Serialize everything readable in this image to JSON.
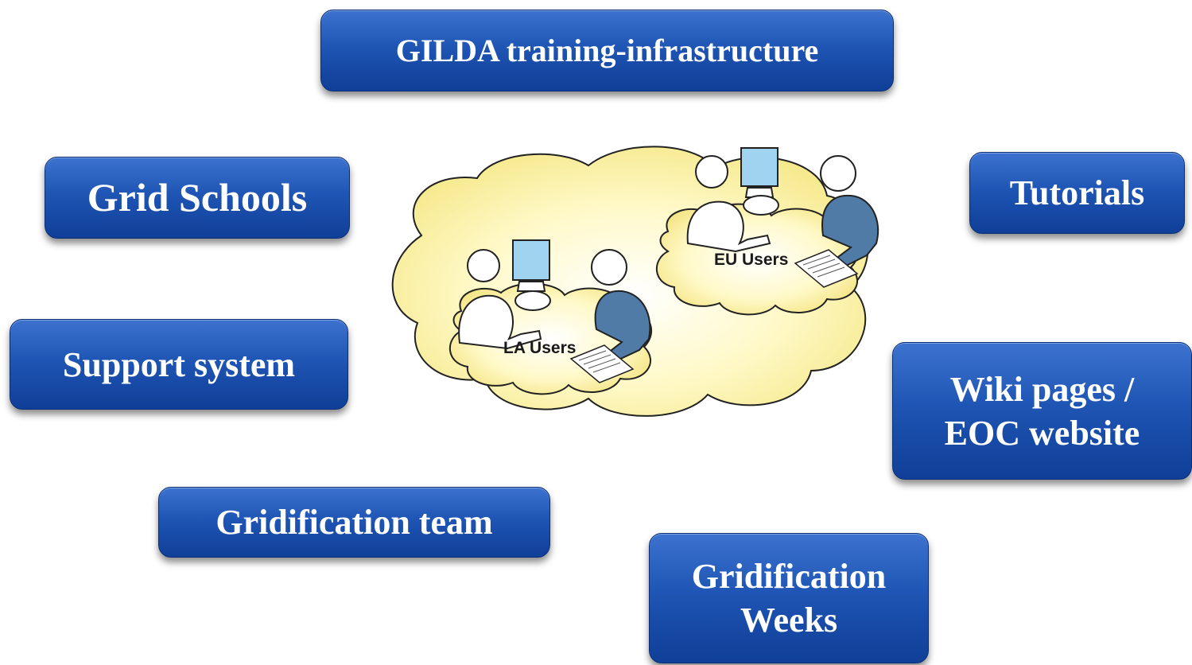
{
  "title": "GILDA training-infrastructure",
  "items": {
    "grid_schools": "Grid Schools",
    "tutorials": "Tutorials",
    "support_system": "Support system",
    "wiki_line1": "Wiki pages /",
    "wiki_line2": "EOC website",
    "gridification_team": "Gridification team",
    "weeks_line1": "Gridification",
    "weeks_line2": "Weeks"
  },
  "cloud": {
    "eu_label": "EU Users",
    "la_label": "LA Users"
  },
  "colors": {
    "box_fill": "#1f55b4",
    "box_text": "#ffffff",
    "cloud_fill": "#fff6b0",
    "user_blue": "#4f7ba6"
  }
}
